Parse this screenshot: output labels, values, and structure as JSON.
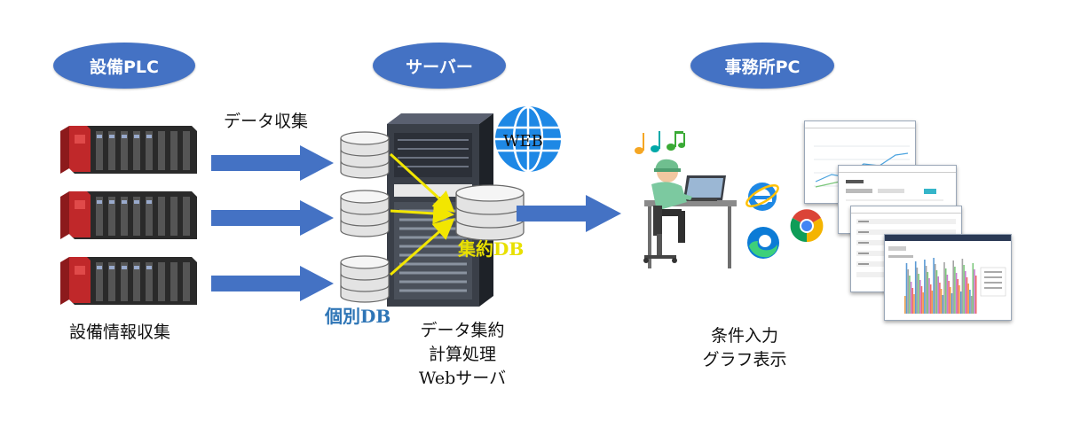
{
  "headers": {
    "plc": "設備PLC",
    "server": "サーバー",
    "office": "事務所PC"
  },
  "labels": {
    "data_collection": "データ収集",
    "equipment_info": "設備情報収集",
    "individual_db": "個別DB",
    "aggregate_db": "集約DB",
    "web": "WEB",
    "server_roles": [
      "データ集約",
      "計算処理",
      "Webサーバ"
    ],
    "pc_roles": [
      "条件入力",
      "グラフ表示"
    ]
  },
  "colors": {
    "pill": "#4472C4",
    "arrow": "#4472C4",
    "plc_red": "#C0282A",
    "yellow_arrow": "#F2E600",
    "individual_db_text": "#2E75B6",
    "aggregate_db_text": "#E8E000",
    "globe": "#1E88E5"
  },
  "icons": [
    "plc-unit",
    "database-cylinder",
    "server-tower",
    "globe-icon",
    "worker-at-desk",
    "music-notes-icon",
    "ie-browser-icon",
    "edge-browser-icon",
    "chrome-browser-icon",
    "app-screenshot-window"
  ]
}
